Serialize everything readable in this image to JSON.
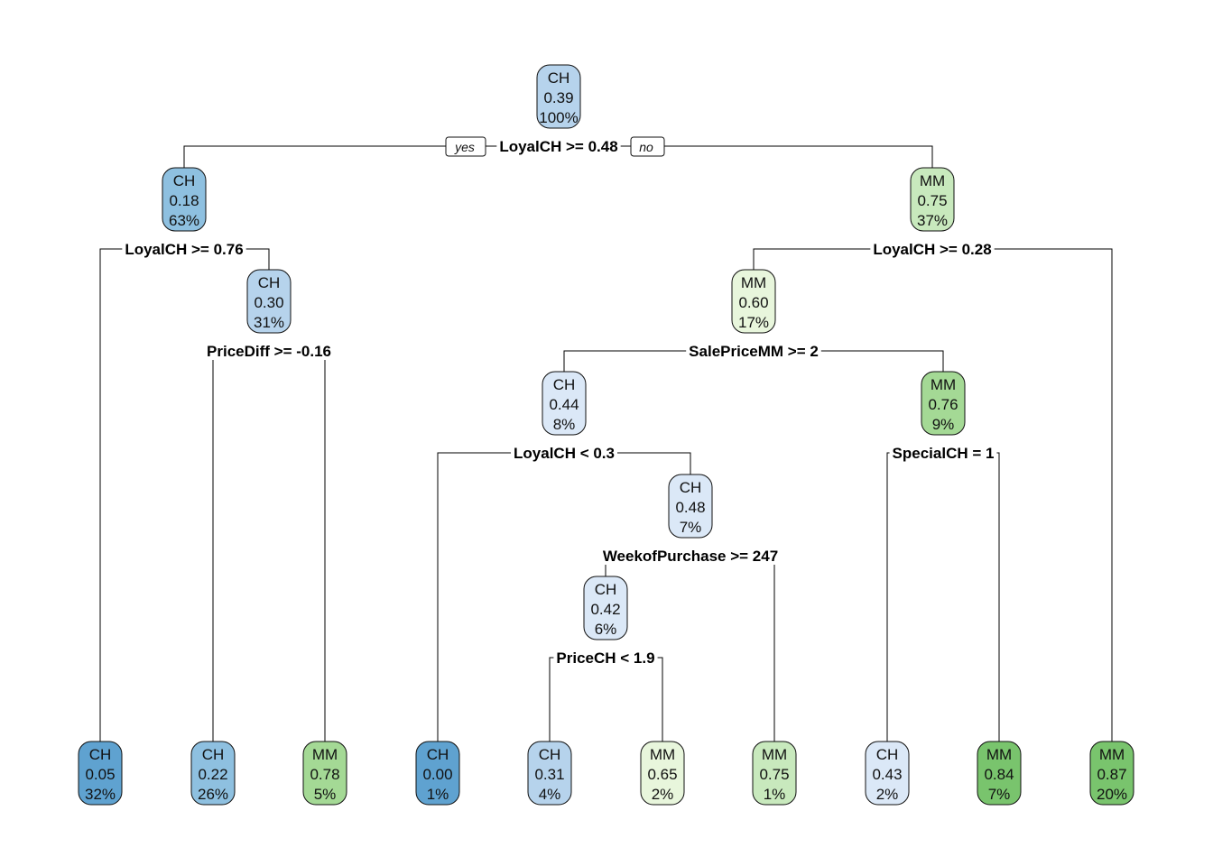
{
  "tree": {
    "yes_label": "yes",
    "no_label": "no",
    "colors": {
      "CH": [
        "#dbe8f7",
        "#b6d3ec",
        "#8ec0e0",
        "#5fa2d0"
      ],
      "MM": [
        "#e8f6dc",
        "#c8e9bd",
        "#a4d995",
        "#79c46d"
      ]
    },
    "nodes": [
      {
        "id": "n1",
        "cls": "CH",
        "prob": "0.39",
        "pct": "100%",
        "split": "LoyalCH >= 0.48"
      },
      {
        "id": "n2",
        "cls": "CH",
        "prob": "0.18",
        "pct": "63%",
        "split": "LoyalCH >= 0.76"
      },
      {
        "id": "n3",
        "cls": "MM",
        "prob": "0.75",
        "pct": "37%",
        "split": "LoyalCH >= 0.28"
      },
      {
        "id": "n4",
        "cls": "CH",
        "prob": "0.30",
        "pct": "31%",
        "split": "PriceDiff >= -0.16"
      },
      {
        "id": "n5",
        "cls": "MM",
        "prob": "0.60",
        "pct": "17%",
        "split": "SalePriceMM >= 2"
      },
      {
        "id": "n6",
        "cls": "CH",
        "prob": "0.44",
        "pct": "8%",
        "split": "LoyalCH < 0.3"
      },
      {
        "id": "n7",
        "cls": "MM",
        "prob": "0.76",
        "pct": "9%",
        "split": "SpecialCH = 1"
      },
      {
        "id": "n8",
        "cls": "CH",
        "prob": "0.48",
        "pct": "7%",
        "split": "WeekofPurchase >= 247"
      },
      {
        "id": "n9",
        "cls": "CH",
        "prob": "0.42",
        "pct": "6%",
        "split": "PriceCH < 1.9"
      },
      {
        "id": "l1",
        "cls": "CH",
        "prob": "0.05",
        "pct": "32%"
      },
      {
        "id": "l2",
        "cls": "CH",
        "prob": "0.22",
        "pct": "26%"
      },
      {
        "id": "l3",
        "cls": "MM",
        "prob": "0.78",
        "pct": "5%"
      },
      {
        "id": "l4",
        "cls": "CH",
        "prob": "0.00",
        "pct": "1%"
      },
      {
        "id": "l5",
        "cls": "CH",
        "prob": "0.31",
        "pct": "4%"
      },
      {
        "id": "l6",
        "cls": "MM",
        "prob": "0.65",
        "pct": "2%"
      },
      {
        "id": "l7",
        "cls": "MM",
        "prob": "0.75",
        "pct": "1%"
      },
      {
        "id": "l8",
        "cls": "CH",
        "prob": "0.43",
        "pct": "2%"
      },
      {
        "id": "l9",
        "cls": "MM",
        "prob": "0.84",
        "pct": "7%"
      },
      {
        "id": "l10",
        "cls": "MM",
        "prob": "0.87",
        "pct": "20%"
      }
    ],
    "edges": [
      [
        "n1",
        "n2"
      ],
      [
        "n1",
        "n3"
      ],
      [
        "n2",
        "l1"
      ],
      [
        "n2",
        "n4"
      ],
      [
        "n4",
        "l2"
      ],
      [
        "n4",
        "l3"
      ],
      [
        "n3",
        "n5"
      ],
      [
        "n3",
        "l10"
      ],
      [
        "n5",
        "n6"
      ],
      [
        "n5",
        "n7"
      ],
      [
        "n6",
        "l4"
      ],
      [
        "n6",
        "n8"
      ],
      [
        "n8",
        "n9"
      ],
      [
        "n8",
        "l7"
      ],
      [
        "n9",
        "l5"
      ],
      [
        "n9",
        "l6"
      ],
      [
        "n7",
        "l8"
      ],
      [
        "n7",
        "l9"
      ]
    ]
  }
}
